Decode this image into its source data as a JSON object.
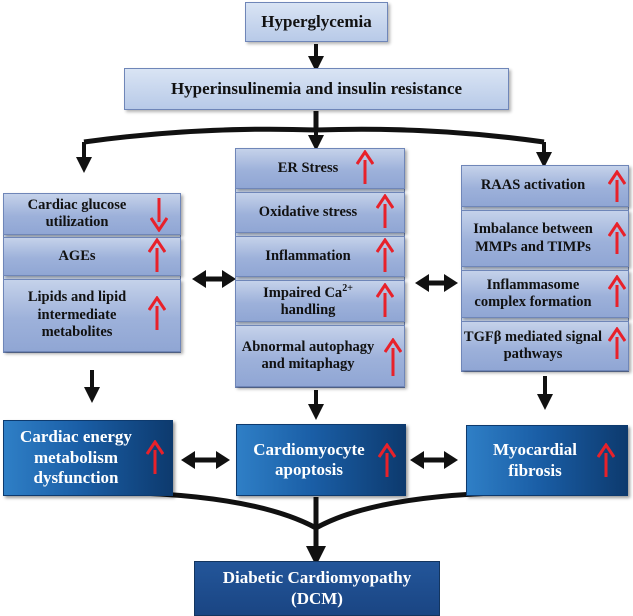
{
  "top": {
    "hyperglycemia": "Hyperglycemia",
    "insulin": "Hyperinsulinemia and insulin resistance"
  },
  "left": {
    "items": [
      {
        "label": "Cardiac glucose utilization",
        "direction": "down"
      },
      {
        "label": "AGEs",
        "direction": "up"
      },
      {
        "label": "Lipids and lipid intermediate metabolites",
        "direction": "up"
      }
    ],
    "outcome": "Cardiac energy metabolism dysfunction"
  },
  "center": {
    "items": [
      {
        "label": "ER Stress",
        "direction": "up"
      },
      {
        "label": "Oxidative stress",
        "direction": "up"
      },
      {
        "label": "Inflammation",
        "direction": "up"
      },
      {
        "label_main": "Impaired Ca",
        "label_sup": "2+",
        "label_rest": "handling",
        "direction": "up"
      },
      {
        "label": "Abnormal autophagy and mitaphagy",
        "direction": "up"
      }
    ],
    "outcome": "Cardiomyocyte apoptosis"
  },
  "right": {
    "items": [
      {
        "label": "RAAS activation",
        "direction": "up"
      },
      {
        "label": "Imbalance between MMPs and TIMPs",
        "direction": "up"
      },
      {
        "label": "Inflammasome complex formation",
        "direction": "up"
      },
      {
        "label": "TGFβ mediated signal pathways",
        "direction": "up"
      }
    ],
    "outcome": "Myocardial fibrosis"
  },
  "bottom": {
    "line1": "Diabetic Cardiomyopathy",
    "line2": "(DCM)"
  },
  "colors": {
    "increase_arrow": "#e8212a",
    "connector": "#111111",
    "dark_box": "#1a5ea6",
    "light_box": "#9db1da"
  }
}
